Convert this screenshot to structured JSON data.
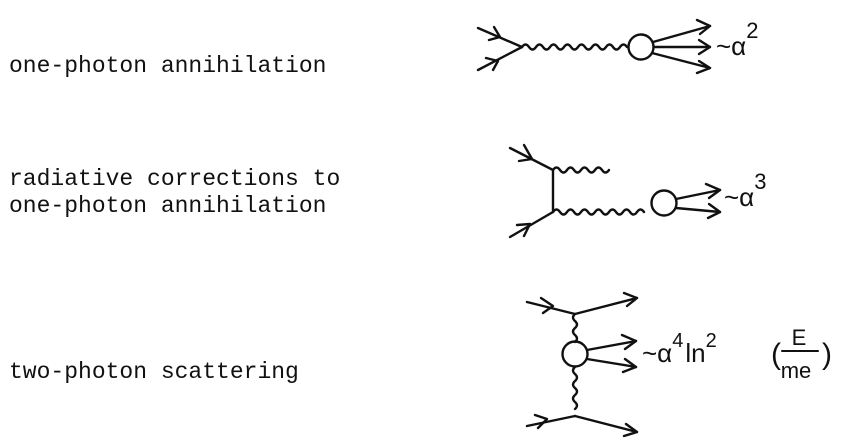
{
  "processes": [
    {
      "label": "one-photon annihilation",
      "order": {
        "prefix": "~α",
        "power": "2"
      }
    },
    {
      "label_lines": [
        "radiative corrections to",
        "one-photon annihilation"
      ],
      "order": {
        "prefix": "~α",
        "power": "3"
      }
    },
    {
      "label": "two-photon scattering",
      "order": {
        "prefix": "~α",
        "power": "4",
        "log": "ln",
        "log_power": "2",
        "open_paren": "(",
        "numerator": "E",
        "denominator": "m",
        "denominator_sub": "e",
        "close_paren": ")"
      }
    }
  ],
  "colors": {
    "ink": "#111111",
    "background": "#ffffff"
  }
}
